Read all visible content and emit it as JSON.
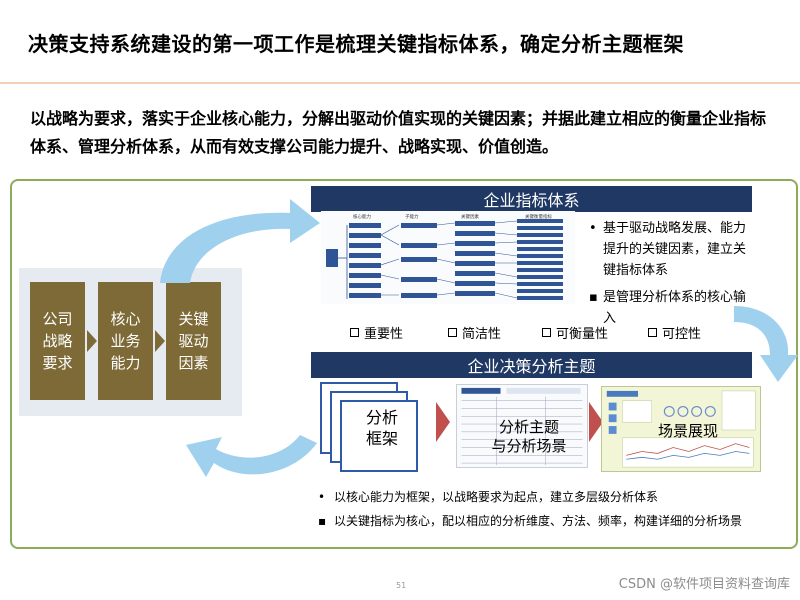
{
  "title": "决策支持系统建设的第一项工作是梳理关键指标体系，确定分析主题框架",
  "intro": "以战略为要求，落实于企业核心能力，分解出驱动价值实现的关键因素；并据此建立相应的衡量企业指标体系、管理分析体系，从而有效支撑公司能力提升、战略实现、价值创造。",
  "factors": [
    {
      "label": "公司\n战略\n要求"
    },
    {
      "label": "核心\n业务\n能力"
    },
    {
      "label": "关键\n驱动\n因素"
    }
  ],
  "top_section": {
    "header": "企业指标体系",
    "diagram_cols": [
      "核心能力",
      "子能力",
      "关键因素",
      "关键衡量指标"
    ],
    "bullets": [
      "基于驱动战略发展、能力提升的关键因素，建立关键指标体系",
      "是管理分析体系的核心输入"
    ],
    "criteria": [
      "重要性",
      "简洁性",
      "可衡量性",
      "可控性"
    ]
  },
  "bottom_section": {
    "header": "企业决策分析主题",
    "framework_label": "分析\n框架",
    "scenario_label": "分析主题\n与分析场景",
    "display_label": "场景展现",
    "bullets": [
      {
        "marker": "•",
        "text": "以核心能力为框架，以战略要求为起点，建立多层级分析体系"
      },
      {
        "marker": "▪",
        "text": "以关键指标为核心，配以相应的分析维度、方法、频率，构建详细的分析场景"
      }
    ]
  },
  "colors": {
    "navy": "#203864",
    "brown": "#7d6a37",
    "frame_green": "#8dac58",
    "arrow_blue": "#9fd0ee",
    "red": "#c0504d"
  },
  "page_number": "51",
  "watermark": "CSDN @软件项目资料查询库"
}
